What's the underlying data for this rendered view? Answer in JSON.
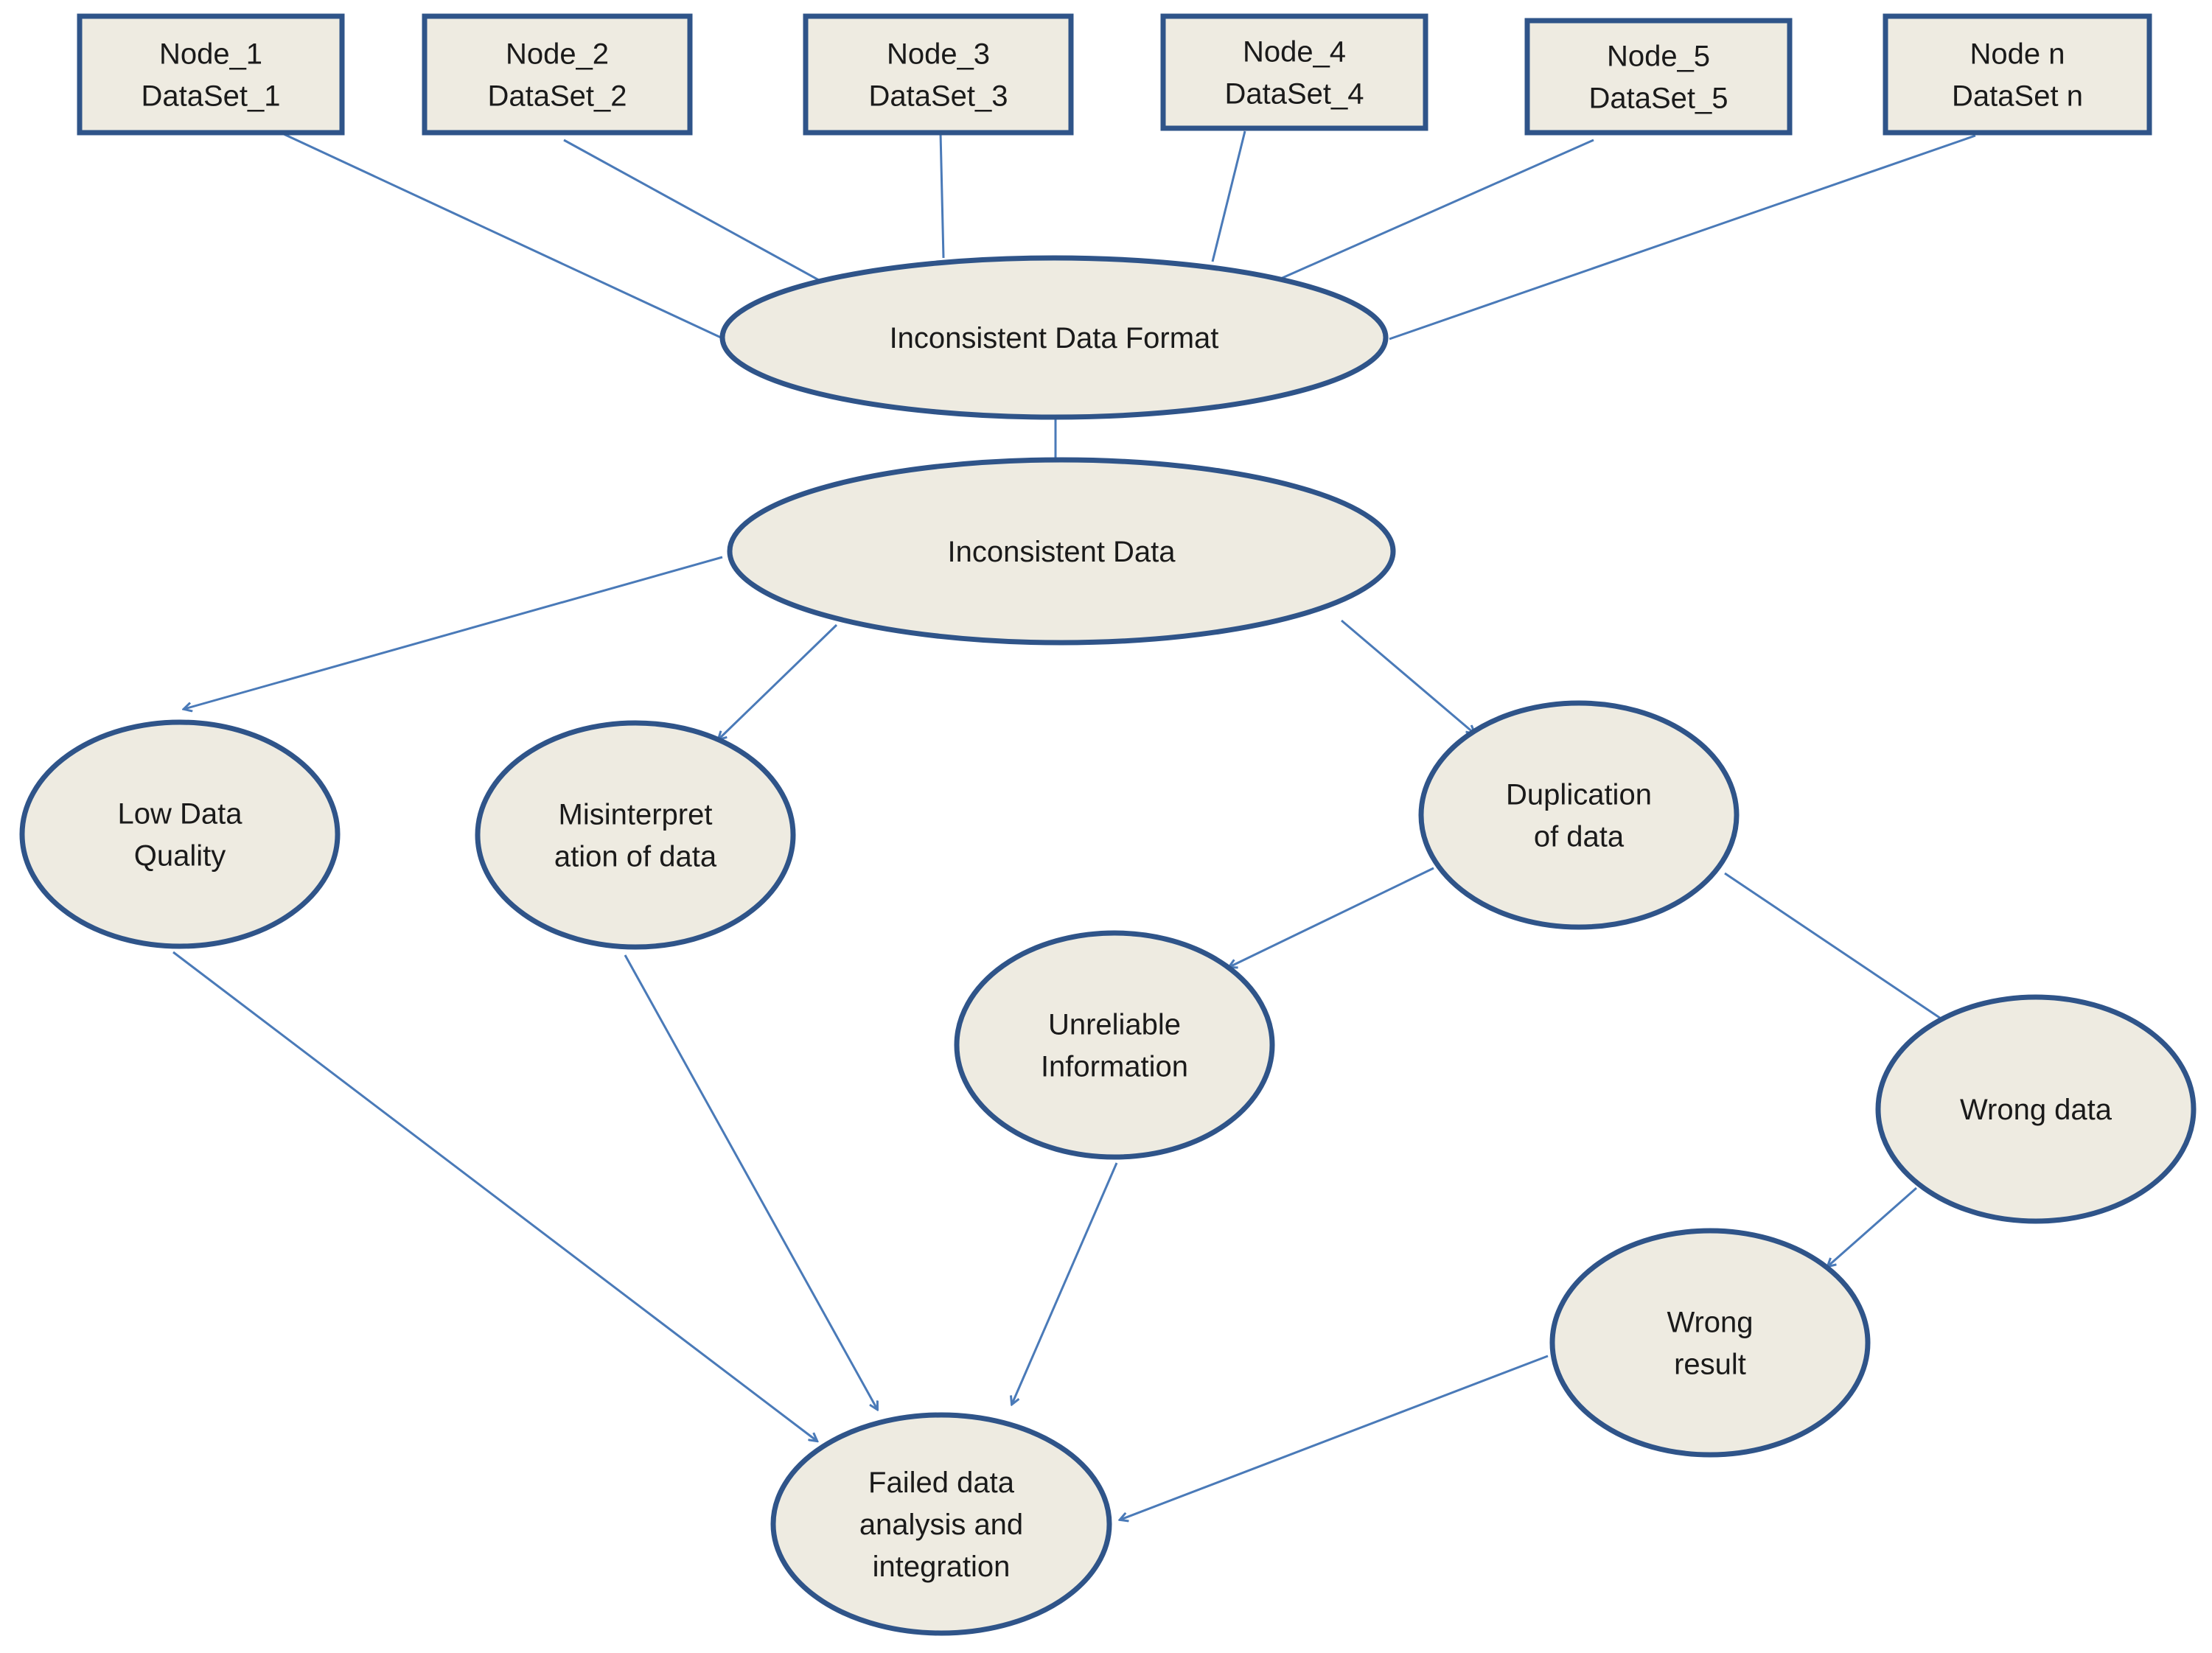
{
  "diagram": {
    "boxes": [
      {
        "id": "node1",
        "lines": [
          "Node_1",
          "DataSet_1"
        ]
      },
      {
        "id": "node2",
        "lines": [
          "Node_2",
          "DataSet_2"
        ]
      },
      {
        "id": "node3",
        "lines": [
          "Node_3",
          "DataSet_3"
        ]
      },
      {
        "id": "node4",
        "lines": [
          "Node_4",
          "DataSet_4"
        ]
      },
      {
        "id": "node5",
        "lines": [
          "Node_5",
          "DataSet_5"
        ]
      },
      {
        "id": "noden",
        "lines": [
          "Node n",
          "DataSet n"
        ]
      }
    ],
    "ellipses": [
      {
        "id": "format",
        "lines": [
          "Inconsistent Data Format"
        ]
      },
      {
        "id": "incons",
        "lines": [
          "Inconsistent Data"
        ]
      },
      {
        "id": "lowq",
        "lines": [
          "Low Data",
          "Quality"
        ]
      },
      {
        "id": "misint",
        "lines": [
          "Misinterpret",
          "ation of data"
        ]
      },
      {
        "id": "dup",
        "lines": [
          "Duplication",
          "of data"
        ]
      },
      {
        "id": "unrel",
        "lines": [
          "Unreliable",
          "Information"
        ]
      },
      {
        "id": "wrongdata",
        "lines": [
          "Wrong data"
        ]
      },
      {
        "id": "wrongres",
        "lines": [
          "Wrong",
          "result"
        ]
      },
      {
        "id": "failed",
        "lines": [
          "Failed data",
          "analysis and",
          "integration"
        ]
      }
    ],
    "edges": [
      {
        "from": "node1",
        "to": "format",
        "arrow": false
      },
      {
        "from": "node2",
        "to": "format",
        "arrow": false
      },
      {
        "from": "node3",
        "to": "format",
        "arrow": false
      },
      {
        "from": "node4",
        "to": "format",
        "arrow": false
      },
      {
        "from": "node5",
        "to": "format",
        "arrow": false
      },
      {
        "from": "noden",
        "to": "format",
        "arrow": false
      },
      {
        "from": "format",
        "to": "incons",
        "arrow": true
      },
      {
        "from": "incons",
        "to": "lowq",
        "arrow": true
      },
      {
        "from": "incons",
        "to": "misint",
        "arrow": true
      },
      {
        "from": "incons",
        "to": "dup",
        "arrow": true
      },
      {
        "from": "dup",
        "to": "unrel",
        "arrow": true
      },
      {
        "from": "dup",
        "to": "wrongdata",
        "arrow": true
      },
      {
        "from": "wrongdata",
        "to": "wrongres",
        "arrow": true
      },
      {
        "from": "lowq",
        "to": "failed",
        "arrow": true
      },
      {
        "from": "misint",
        "to": "failed",
        "arrow": true
      },
      {
        "from": "unrel",
        "to": "failed",
        "arrow": true
      },
      {
        "from": "wrongres",
        "to": "failed",
        "arrow": true
      }
    ],
    "colors": {
      "fill": "#eeebe1",
      "stroke": "#2f5489",
      "edge": "#4a7ab8",
      "text": "#1a1a1a"
    }
  }
}
